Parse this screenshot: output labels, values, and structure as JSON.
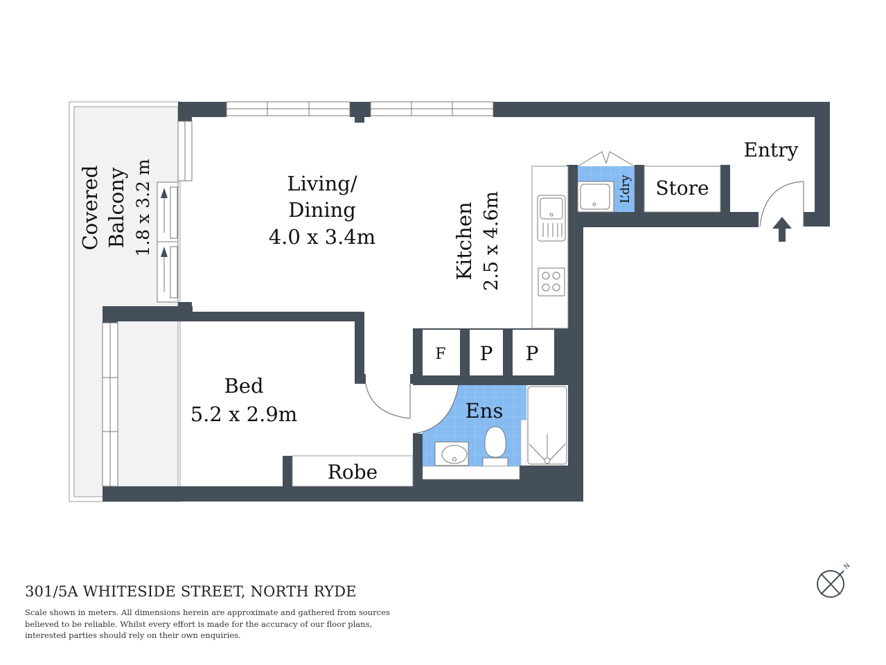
{
  "plan": {
    "address": "301/5A WHITESIDE STREET, NORTH RYDE",
    "disclaimer": "Scale shown in meters. All dimensions herein are approximate and gathered from sources believed to be  reliable. Whilst every effort is made for the accuracy of our floor plans, interested parties should rely on their own enquiries.",
    "compass_label": "N",
    "colors": {
      "wall": "#454f59",
      "wet_area": "#86bbf2",
      "balcony": "#f2f2f2",
      "outline": "#888888"
    }
  },
  "rooms": {
    "balcony": {
      "name_line1": "Covered",
      "name_line2": "Balcony",
      "dims": "1.8 x 3.2 m"
    },
    "living": {
      "name_line1": "Living/",
      "name_line2": "Dining",
      "dims": "4.0 x 3.4m"
    },
    "kitchen": {
      "name": "Kitchen",
      "dims": "2.5 x 4.6m"
    },
    "laundry": {
      "name": "L’dry"
    },
    "store": {
      "name": "Store"
    },
    "entry": {
      "name": "Entry"
    },
    "bed": {
      "name": "Bed",
      "dims": "5.2 x 2.9m"
    },
    "robe": {
      "name": "Robe"
    },
    "ensuite": {
      "name": "Ens"
    },
    "fridge": {
      "name": "F"
    },
    "pantry1": {
      "name": "P"
    },
    "pantry2": {
      "name": "P"
    }
  }
}
